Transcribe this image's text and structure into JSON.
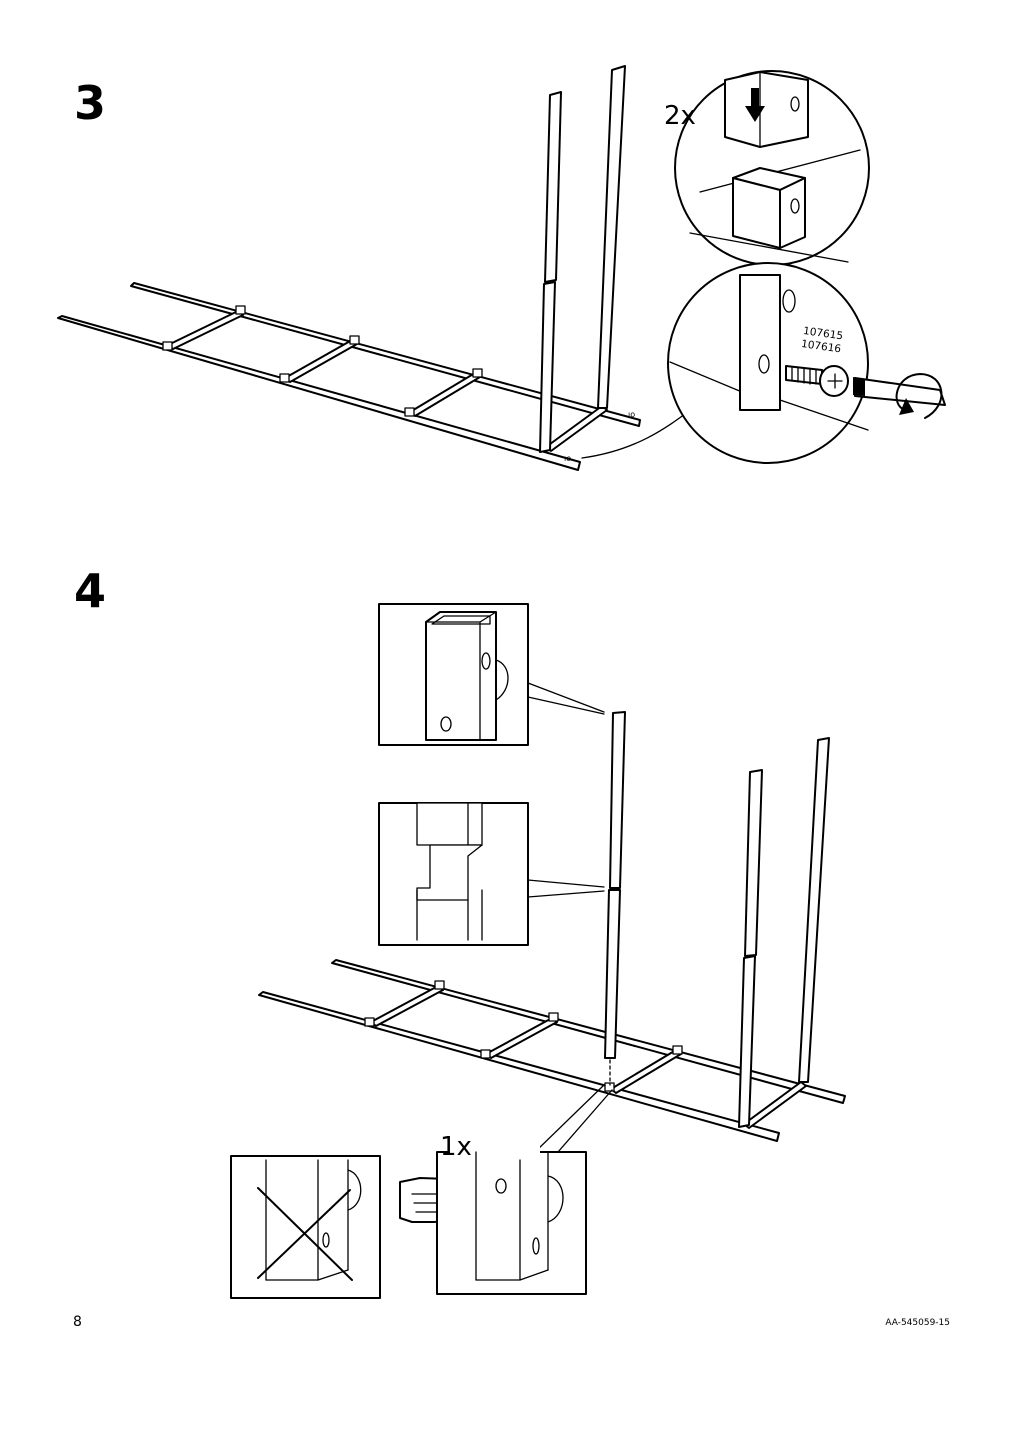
{
  "step3": {
    "number": "3",
    "quantity": "2x",
    "part_numbers": [
      "107615",
      "107616"
    ]
  },
  "step4": {
    "number": "4",
    "quantity": "1x"
  },
  "footer": {
    "page_number": "8",
    "document_code": "AA-545059-15"
  }
}
